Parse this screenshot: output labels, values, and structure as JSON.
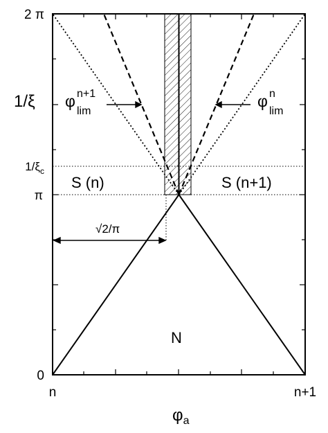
{
  "axes": {
    "x_title": "φ",
    "x_title_sub": "a",
    "y_title": "1/ξ",
    "x_ticks": {
      "left": "n",
      "right": "n+1"
    },
    "y_ticks": {
      "zero": "0",
      "pi": "π",
      "xi_c_main": "1/ξ",
      "xi_c_sub": "c",
      "two_pi": "2 π"
    }
  },
  "regions": {
    "left": "S (n)",
    "right": "S (n+1)",
    "bottom": "N"
  },
  "annotations": {
    "phi_left_base": "φ",
    "phi_left_sup": "n+1",
    "phi_left_sub": "lim",
    "phi_right_base": "φ",
    "phi_right_sup": "n",
    "phi_right_sub": "lim",
    "width_label": "√2/π"
  }
}
